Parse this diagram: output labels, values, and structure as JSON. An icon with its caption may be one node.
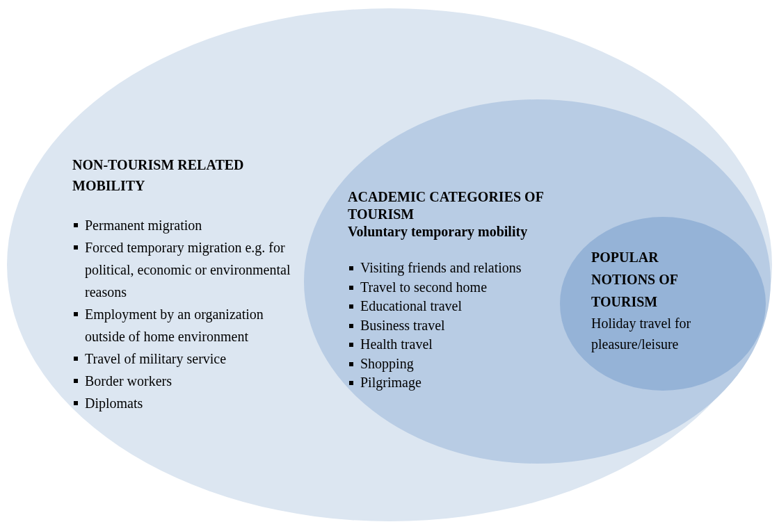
{
  "diagram": {
    "nodes": [
      {
        "text": [
          "NON-TOURISM RELATED MOBILITY",
          "Permanent migration",
          "Forced temporary migration e.g. for political, economic or environmental reasons",
          "Employment by an organization outside of home environment",
          "Travel of military service",
          "Border workers",
          "Diplomats"
        ]
      },
      {
        "text": [
          "ACADEMIC CATEGORIES OF TOURISM",
          "Voluntary temporary mobility",
          "Visiting friends and relations",
          "Travel to second home",
          "Educational travel",
          "Business travel",
          "Health travel",
          "Shopping",
          "Pilgrimage"
        ],
        "in": 0
      },
      {
        "text": [
          "POPULAR NOTIONS OF TOURISM",
          "Holiday travel for pleasure/leisure"
        ],
        "in": 1
      }
    ]
  }
}
